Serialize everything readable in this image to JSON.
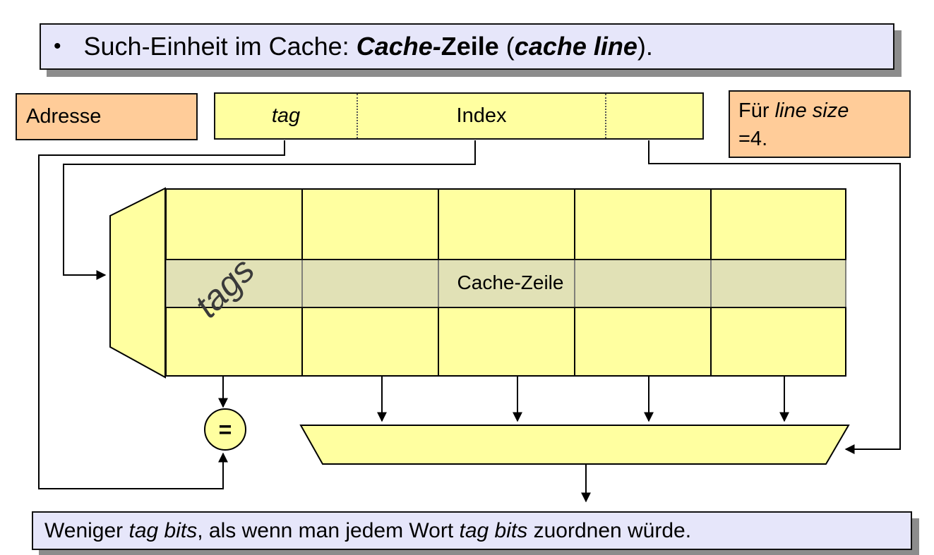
{
  "colors": {
    "box_yellow": "#FFFFA0",
    "row_highlight": "#E9E9C8",
    "orange": "#FFCC99",
    "lavender": "#E6E6FA",
    "shadow_gray": "#8C8C8C",
    "ink": "#111111",
    "tags_gray": "#3A3A3A"
  },
  "top_box": {
    "bullet": "•",
    "parts": [
      {
        "text": "Such-Einheit im Cache: "
      },
      {
        "text": "Cache-"
      },
      {
        "text": "Zeile"
      },
      {
        "text": " ("
      },
      {
        "text": "cache line"
      },
      {
        "text": ")."
      }
    ]
  },
  "address": {
    "label": "Adresse",
    "fields": {
      "tag": "tag",
      "index": "Index",
      "offset": ""
    }
  },
  "note": {
    "line1_regular": "Für ",
    "line1_italic": "line size",
    "line2": "=4."
  },
  "cache_table": {
    "tags_label": "tags",
    "row_label": "Cache-Zeile",
    "columns": 5,
    "rows": 3
  },
  "comparator": {
    "symbol": "="
  },
  "bottom_box": {
    "parts": [
      {
        "text": "Weniger "
      },
      {
        "text": "tag bits"
      },
      {
        "text": ", als wenn man jedem Wort "
      },
      {
        "text": "tag bits"
      },
      {
        "text": " zuordnen würde."
      }
    ]
  }
}
